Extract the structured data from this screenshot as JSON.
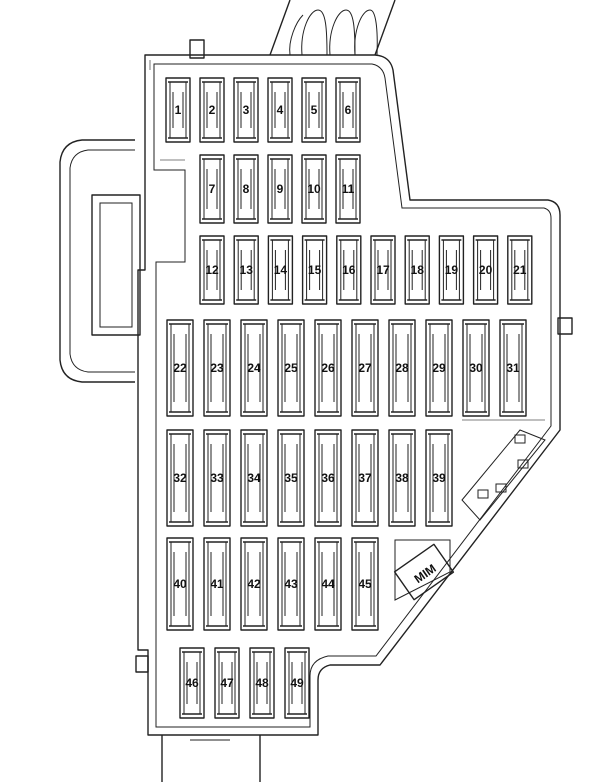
{
  "diagram": {
    "fuse_rows": [
      [
        "1",
        "2",
        "3",
        "4",
        "5",
        "6"
      ],
      [
        "7",
        "8",
        "9",
        "10",
        "11"
      ],
      [
        "12",
        "13",
        "14",
        "15",
        "16",
        "17",
        "18",
        "19",
        "20",
        "21"
      ],
      [
        "22",
        "23",
        "24",
        "25",
        "26",
        "27",
        "28",
        "29",
        "30",
        "31"
      ],
      [
        "32",
        "33",
        "34",
        "35",
        "36",
        "37",
        "38",
        "39"
      ],
      [
        "40",
        "41",
        "42",
        "43",
        "44",
        "45"
      ],
      [
        "46",
        "47",
        "48",
        "49"
      ]
    ],
    "relay_label": "MIM"
  }
}
